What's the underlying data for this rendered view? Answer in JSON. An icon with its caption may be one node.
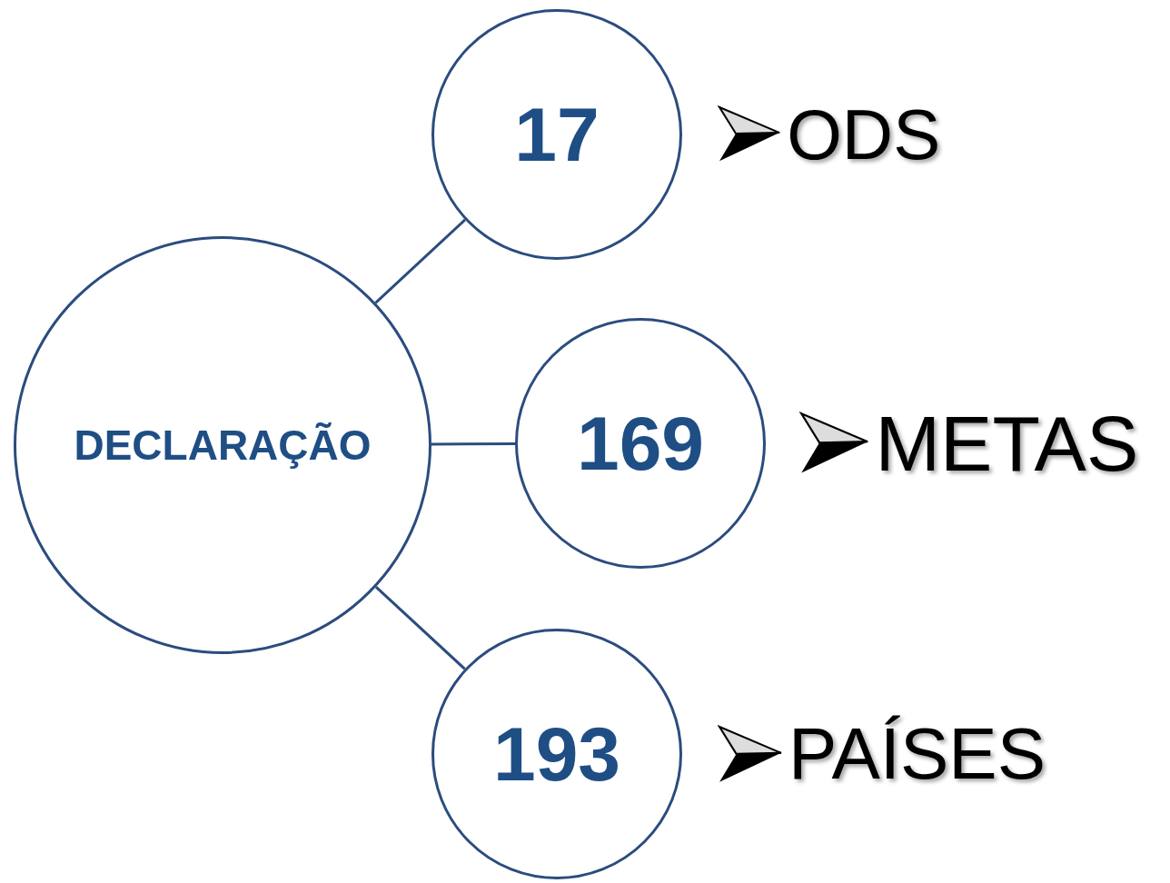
{
  "diagram": {
    "nodes": [
      {
        "text": [
          "DECLARAÇÃO"
        ]
      },
      {
        "text": [
          "17"
        ],
        "beside": [
          "ODS"
        ]
      },
      {
        "text": [
          "169"
        ],
        "beside": [
          "METAS"
        ]
      },
      {
        "text": [
          "193"
        ],
        "beside": [
          "PAÍSES"
        ]
      }
    ],
    "edges": [
      {
        "from": 0,
        "to": 1,
        "arrow": "none"
      },
      {
        "from": 0,
        "to": 2,
        "arrow": "none"
      },
      {
        "from": 0,
        "to": 3,
        "arrow": "none"
      }
    ]
  }
}
